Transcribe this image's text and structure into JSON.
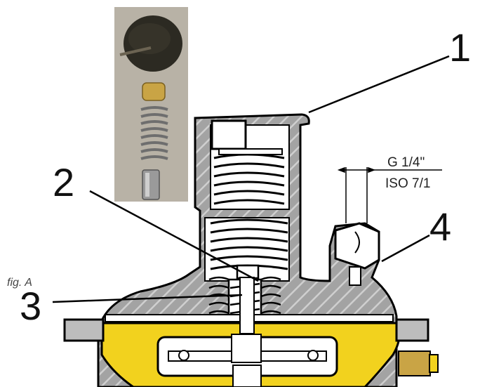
{
  "figure_label": "fig. A",
  "callouts": [
    "1",
    "2",
    "3",
    "4"
  ],
  "port_thread": {
    "line1": "G 1/4\"",
    "line2": "ISO 7/1"
  },
  "colors": {
    "housing": "#a3a3a3",
    "housing_hatch": "#c9c9c9",
    "diaphragm": "#f2d21e",
    "outline": "#000000",
    "photo_bg": "#b8b2a6",
    "brass": "#c9a445",
    "steel": "#8c8c8c"
  },
  "photo_parts": [
    "disc-with-stem",
    "brass-cap",
    "spring",
    "steel-pin"
  ]
}
